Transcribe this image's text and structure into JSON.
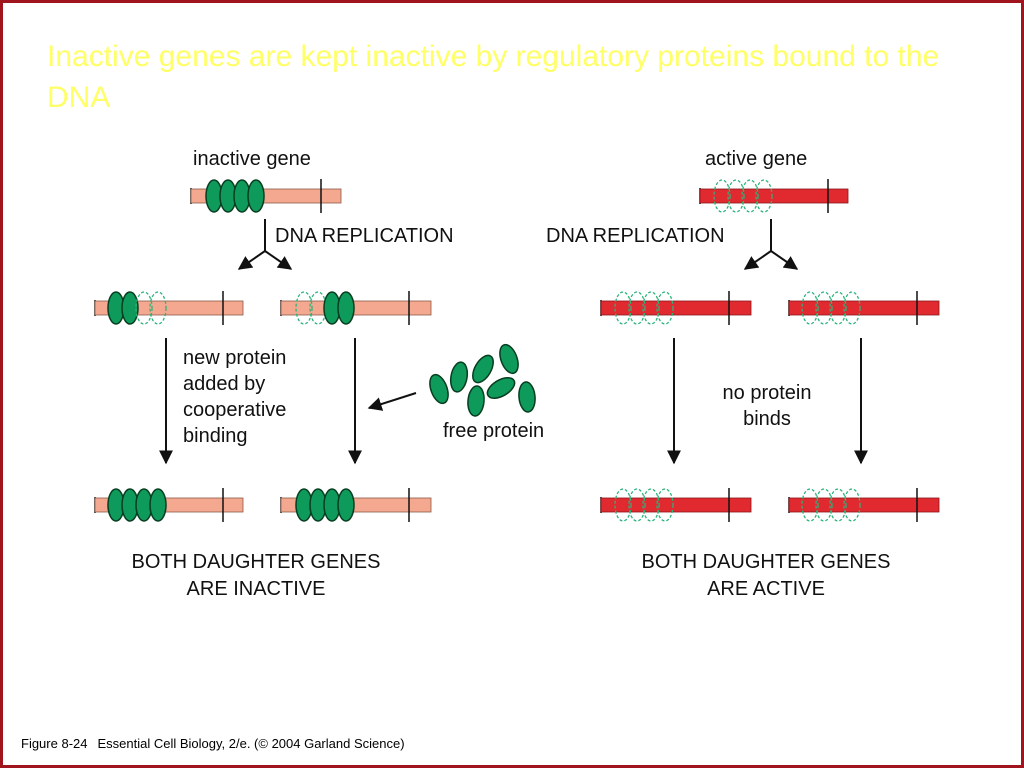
{
  "slide": {
    "title": "Inactive genes are kept inactive by regulatory proteins bound to the DNA",
    "caption": {
      "figure": "Figure 8-24",
      "source": "Essential Cell Biology, 2/e. (© 2004 Garland Science)"
    }
  },
  "diagram": {
    "left": {
      "gene_label": "inactive gene",
      "replication_label": "DNA REPLICATION",
      "process_label": [
        "new protein",
        "added by",
        "cooperative",
        "binding"
      ],
      "result_label": [
        "BOTH DAUGHTER GENES",
        "ARE INACTIVE"
      ]
    },
    "right": {
      "gene_label": "active gene",
      "replication_label": "DNA REPLICATION",
      "process_label": [
        "no protein",
        "binds"
      ],
      "result_label": [
        "BOTH DAUGHTER GENES",
        "ARE ACTIVE"
      ]
    },
    "free_protein_label": "free protein"
  },
  "colors": {
    "border": "#a0151d",
    "title": "#ffff66",
    "inactive_dna": "#f4a890",
    "active_dna": "#e02a30",
    "protein": "#0e9a5a",
    "protein_outline": "#073d20",
    "empty_site": "#2ab37a"
  }
}
